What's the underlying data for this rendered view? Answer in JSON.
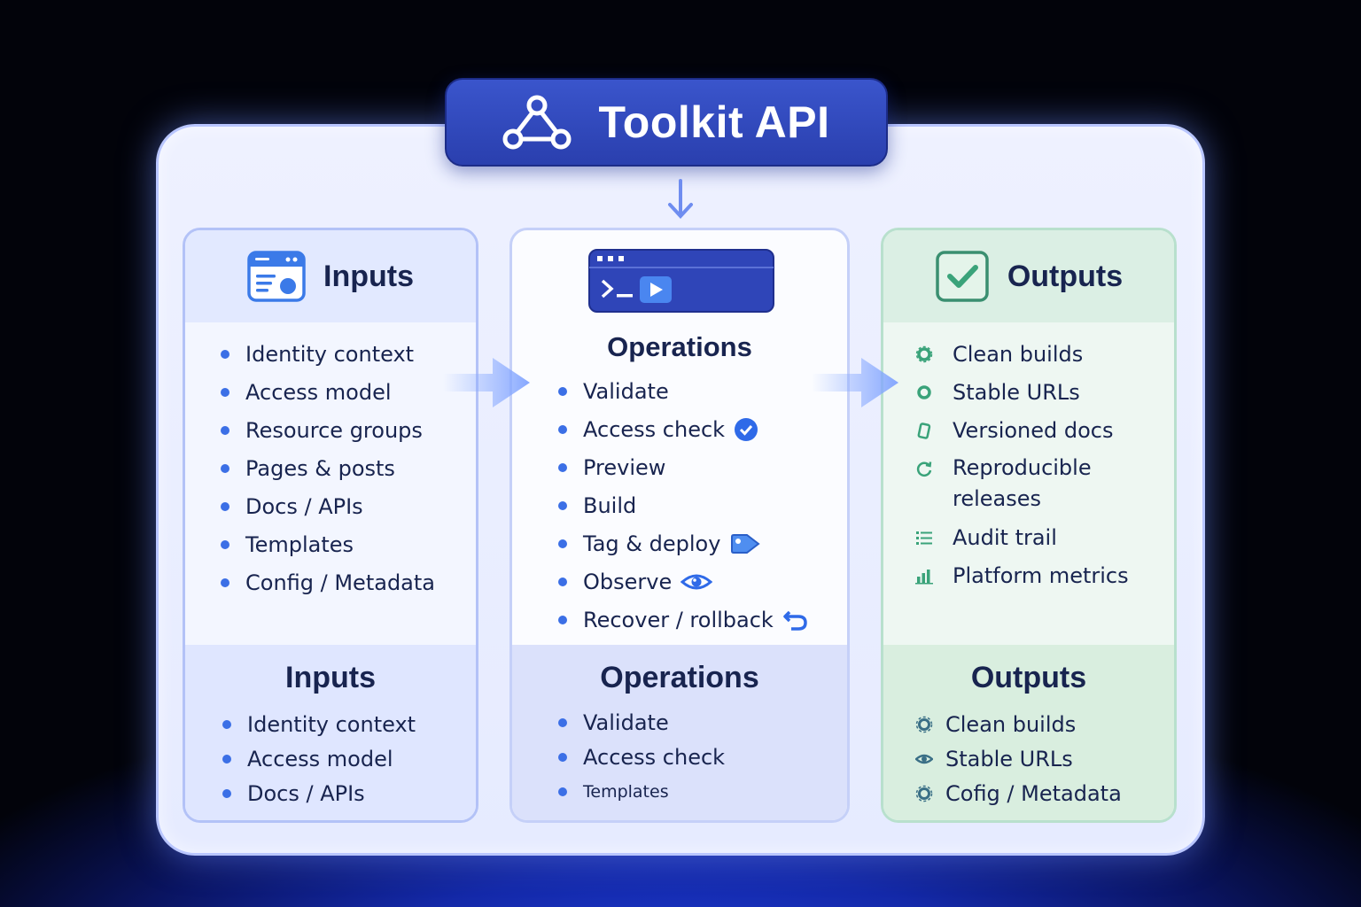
{
  "title": "Toolkit API",
  "inputs": {
    "heading": "Inputs",
    "items": [
      "Identity context",
      "Access model",
      "Resource groups",
      "Pages & posts",
      "Docs / APIs",
      "Templates",
      "Config / Metadata"
    ],
    "footer_title": "Inputs",
    "footer_items": [
      "Identity context",
      "Access model",
      "Docs / APIs"
    ]
  },
  "operations": {
    "heading": "Operations",
    "items": [
      "Validate",
      "Access check",
      "Preview",
      "Build",
      "Tag & deploy",
      "Observe",
      "Recover / rollback"
    ],
    "footer_title": "Operations",
    "footer_items": [
      "Validate",
      "Access check",
      "Templates"
    ]
  },
  "outputs": {
    "heading": "Outputs",
    "items": [
      "Clean builds",
      "Stable URLs",
      "Versioned docs",
      "Reproducible releases",
      "Audit trail",
      "Platform metrics"
    ],
    "footer_title": "Outputs",
    "footer_items": [
      "Clean builds",
      "Stable URLs",
      "Cofig / Metadata"
    ]
  },
  "icons": {
    "title": "network-nodes-icon",
    "inputs": "browser-window-icon",
    "operations": "terminal-play-icon",
    "outputs": "checkbox-icon",
    "access_check": "check-circle-icon",
    "tag_deploy": "tag-icon",
    "observe": "eye-icon",
    "recover": "undo-arrow-icon"
  },
  "colors": {
    "accent": "#2a3fae",
    "bullet": "#3b6fe6",
    "output_icon": "#3aa37a"
  }
}
